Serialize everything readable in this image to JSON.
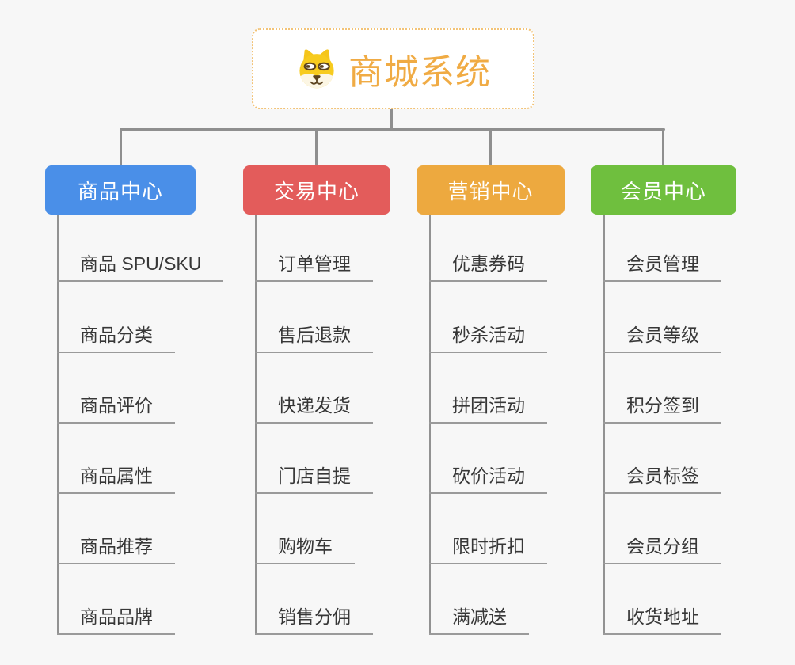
{
  "root": {
    "title": "商城系统",
    "icon": "dog-face-icon"
  },
  "branches": [
    {
      "label": "商品中心",
      "color": "#4A8FE8",
      "items": [
        "商品 SPU/SKU",
        "商品分类",
        "商品评价",
        "商品属性",
        "商品推荐",
        "商品品牌"
      ]
    },
    {
      "label": "交易中心",
      "color": "#E35C5B",
      "items": [
        "订单管理",
        "售后退款",
        "快递发货",
        "门店自提",
        "购物车",
        "销售分佣"
      ]
    },
    {
      "label": "营销中心",
      "color": "#EDA93F",
      "items": [
        "优惠券码",
        "秒杀活动",
        "拼团活动",
        "砍价活动",
        "限时折扣",
        "满减送"
      ]
    },
    {
      "label": "会员中心",
      "color": "#6FBF3E",
      "items": [
        "会员管理",
        "会员等级",
        "积分签到",
        "会员标签",
        "会员分组",
        "收货地址"
      ]
    }
  ],
  "colors": {
    "background": "#F7F7F7",
    "connector": "#8F8F8F",
    "child_underline": "#9A9A9A",
    "child_text": "#373737",
    "root_border": "#F2C377",
    "root_title_text": "#F0AB44"
  }
}
